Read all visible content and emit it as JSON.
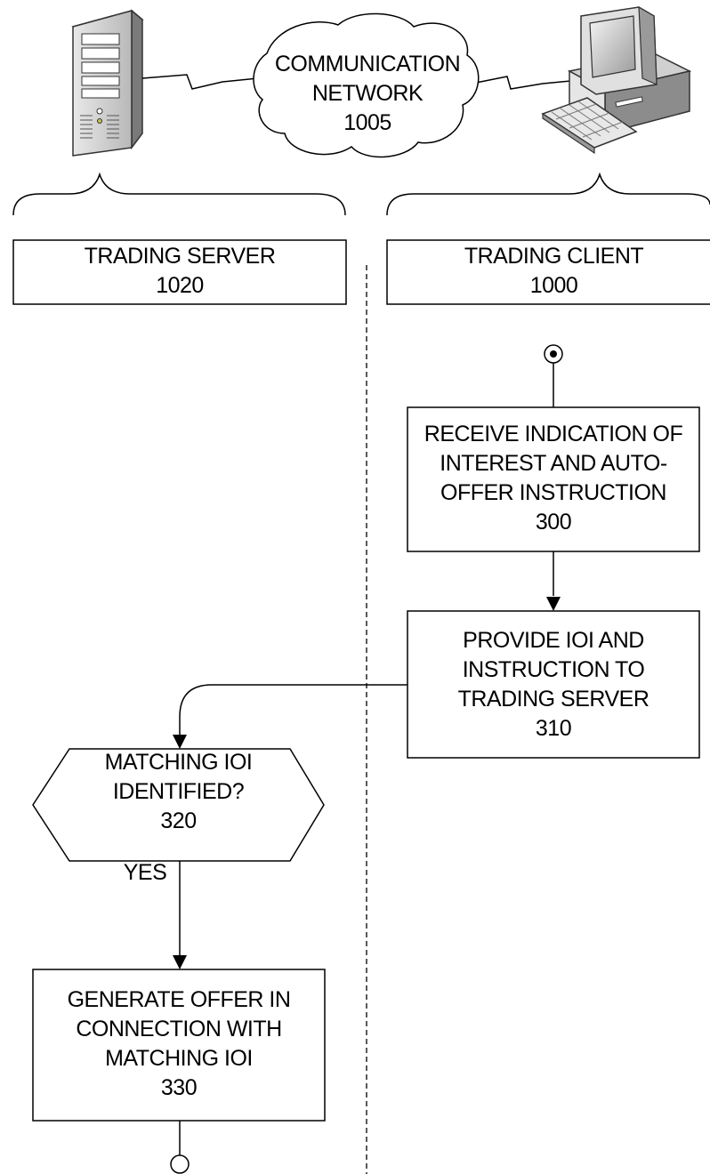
{
  "network": {
    "lines": [
      "COMMUNICATION",
      "NETWORK",
      "1005"
    ]
  },
  "server_icon": {
    "name": "server-tower-icon"
  },
  "client_icon": {
    "name": "desktop-computer-icon"
  },
  "swimlanes": {
    "server": {
      "title": "TRADING SERVER",
      "ref": "1020"
    },
    "client": {
      "title": "TRADING CLIENT",
      "ref": "1000"
    }
  },
  "steps": {
    "s300": {
      "lines": [
        "RECEIVE INDICATION OF",
        "INTEREST AND AUTO-",
        "OFFER INSTRUCTION"
      ],
      "ref": "300"
    },
    "s310": {
      "lines": [
        "PROVIDE IOI AND",
        "INSTRUCTION TO",
        "TRADING SERVER"
      ],
      "ref": "310"
    },
    "s320": {
      "lines": [
        "MATCHING IOI",
        "IDENTIFIED?"
      ],
      "ref": "320"
    },
    "s330": {
      "lines": [
        "GENERATE OFFER IN",
        "CONNECTION WITH",
        "MATCHING IOI"
      ],
      "ref": "330"
    }
  },
  "edge_labels": {
    "yes": "YES"
  }
}
